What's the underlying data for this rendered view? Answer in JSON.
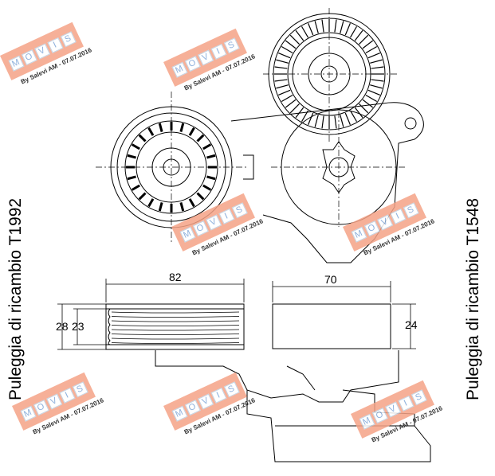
{
  "labels": {
    "left_part": "Puleggia di ricambio T1992",
    "right_part": "Puleggia di ricambio T1548"
  },
  "dimensions": {
    "left_width": "82",
    "right_width": "70",
    "left_outer_height": "28",
    "left_inner_height": "23",
    "right_height": "24"
  },
  "watermark": {
    "letters": [
      "M",
      "O",
      "V",
      "I",
      "S"
    ],
    "text": "By Salevi AM - 07.07.2016",
    "color": "#f5a387"
  }
}
